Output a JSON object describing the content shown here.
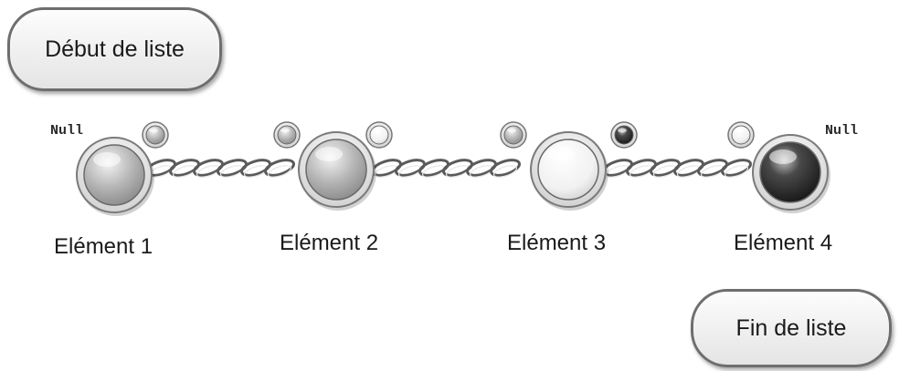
{
  "start_label": "Début de liste",
  "end_label": "Fin de liste",
  "null_left": "Null",
  "null_right": "Null",
  "elements": [
    {
      "label": "Elément 1",
      "tone": "light-grey",
      "prev_pointer": "light-grey",
      "next_pointer": "none"
    },
    {
      "label": "Elément 2",
      "tone": "light-grey",
      "prev_pointer": "light-grey",
      "next_pointer": "white"
    },
    {
      "label": "Elément 3",
      "tone": "white",
      "prev_pointer": "light-grey",
      "next_pointer": "dark"
    },
    {
      "label": "Elément 4",
      "tone": "dark",
      "prev_pointer": "white",
      "next_pointer": "none"
    }
  ],
  "colors": {
    "border": "#6e6e6e",
    "text": "#1a1a1a",
    "chain": "#5a5a5a"
  }
}
